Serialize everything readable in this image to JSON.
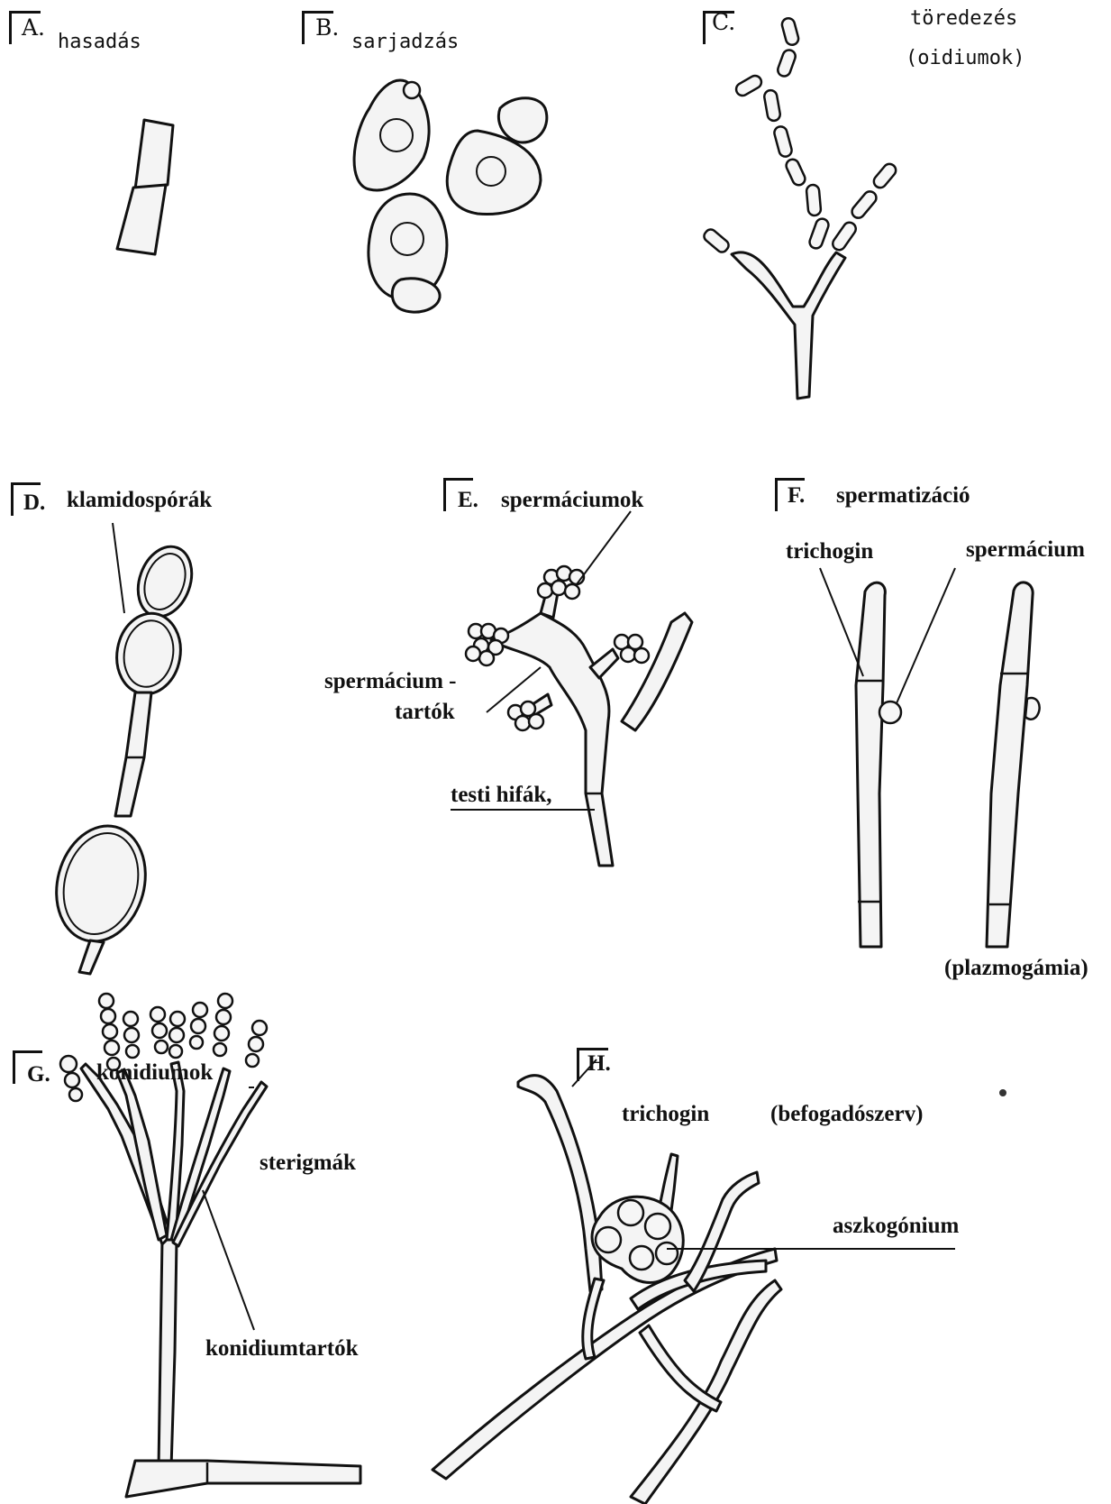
{
  "panels": {
    "A": {
      "letter": "A.",
      "caption": "hasadás"
    },
    "B": {
      "letter": "B.",
      "caption": "sarjadzás"
    },
    "C": {
      "letter": "C.",
      "caption_line1": "töredezés",
      "caption_line2": "(oidiumok)"
    },
    "D": {
      "letter": "D.",
      "caption": "klamidospórák"
    },
    "E": {
      "letter": "E.",
      "caption": "spermáciumok",
      "label_holders_1": "spermácium -",
      "label_holders_2": "tartók",
      "label_hyphae": "testi hifák,"
    },
    "F": {
      "letter": "F.",
      "caption": "spermatizáció",
      "label_trichogyne": "trichogin",
      "label_spermatium": "spermácium",
      "label_plasmogamy": "(plazmogámia)"
    },
    "G": {
      "letter": "G.",
      "caption": "konidiumok",
      "label_sterigmata": "sterigmák",
      "label_conidiophores": "konidiumtartók"
    },
    "H": {
      "letter": "H.",
      "label_trichogyne": "trichogin",
      "label_receptive": "(befogadószerv)",
      "label_ascogonium": "aszkogónium"
    }
  }
}
